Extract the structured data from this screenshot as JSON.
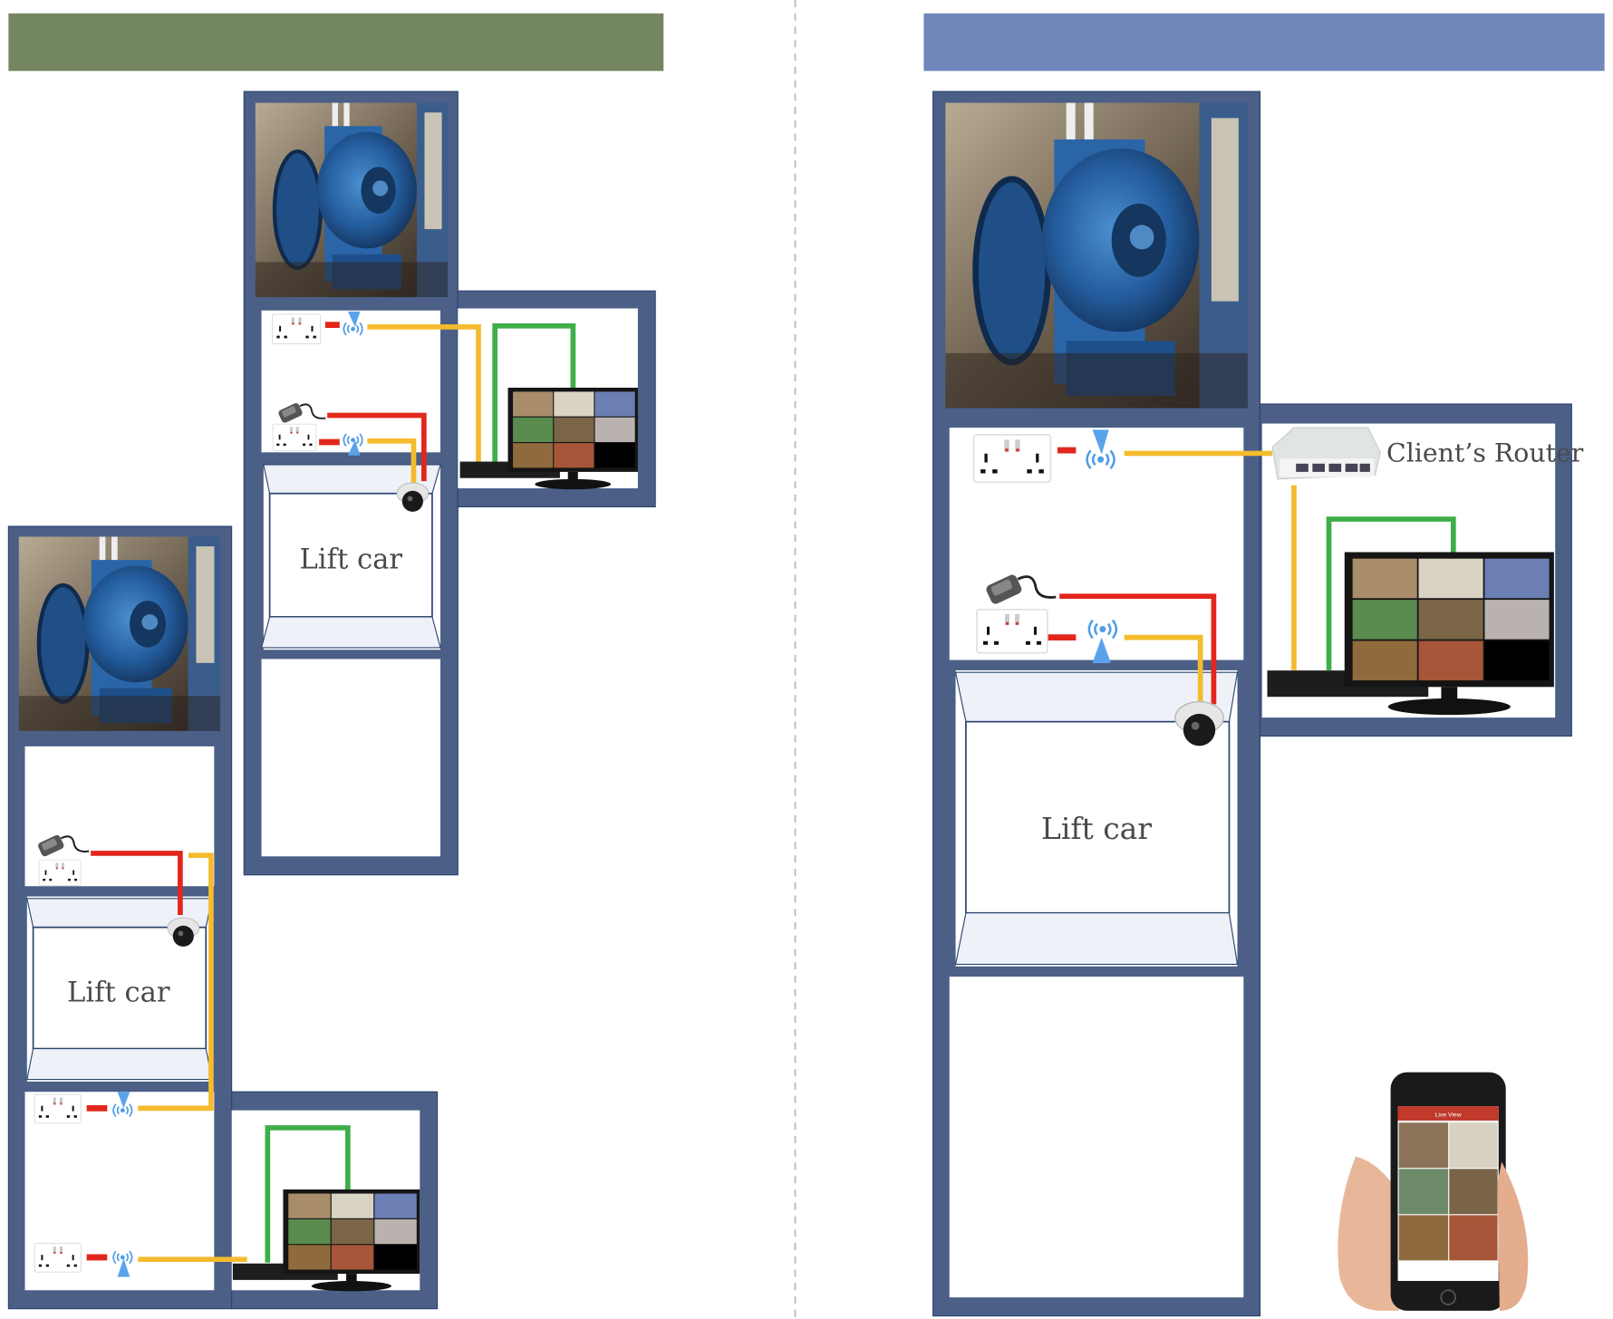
{
  "colors": {
    "left_header": "#74865f",
    "right_header": "#6f87bb",
    "shaft": "#4b5f87",
    "power_wire": "#e3261c",
    "wireless_link": "#f5bb2e",
    "video_cable": "#3fae49"
  },
  "left_panel": {
    "diagram_top": {
      "lift_car_label": "Lift car"
    },
    "diagram_bottom": {
      "lift_car_label": "Lift car"
    }
  },
  "right_panel": {
    "lift_car_label": "Lift car",
    "router_label": "Client’s Router",
    "phone_screen_title": "Live View"
  }
}
